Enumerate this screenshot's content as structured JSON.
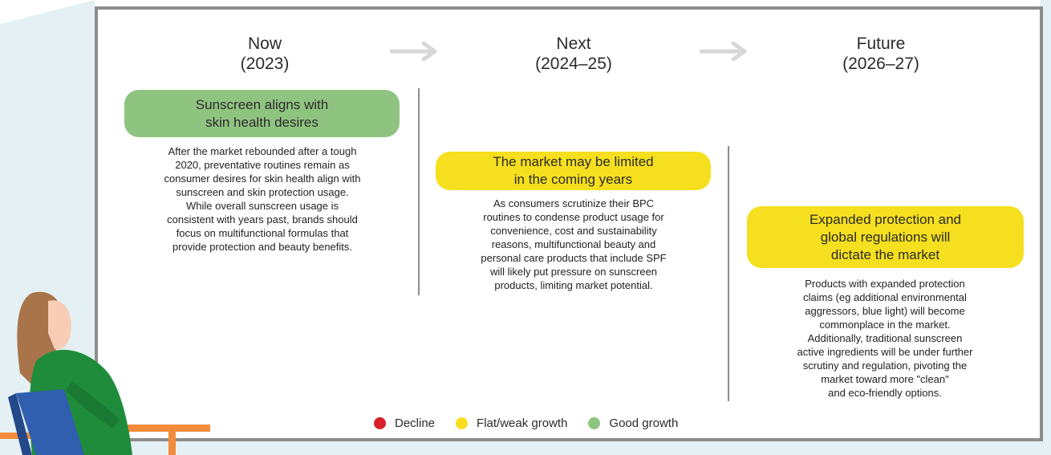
{
  "phases": [
    {
      "label": "Now\n(2023)"
    },
    {
      "label": "Next\n(2024–25)"
    },
    {
      "label": "Future\n(2026–27)"
    }
  ],
  "cards": [
    {
      "title": "Sunscreen aligns with\nskin health desires",
      "status": "Good growth",
      "color": "#8fc480",
      "text": "After the market rebounded after a tough\n2020, preventative routines remain as\nconsumer desires for skin health align with\nsunscreen and skin protection usage.\nWhile overall sunscreen usage is\nconsistent with years past, brands should\nfocus on multifunctional formulas that\nprovide protection and beauty benefits."
    },
    {
      "title": "The market may be limited\nin the coming years",
      "status": "Flat/weak growth",
      "color": "#f6df1e",
      "text": "As consumers scrutinize their BPC\nroutines to condense product usage for\nconvenience, cost and sustainability\nreasons, multifunctional beauty and\npersonal care products that include SPF\nwill likely put pressure on sunscreen\nproducts, limiting market potential."
    },
    {
      "title": "Expanded protection and\nglobal regulations will\ndictate the market",
      "status": "Flat/weak growth",
      "color": "#f6df1e",
      "text": "Products with expanded protection\nclaims (eg additional environmental\naggressors, blue light) will become\ncommonplace in the market.\nAdditionally, traditional sunscreen\nactive ingredients will be under further\nscrutiny and regulation, pivoting the\nmarket toward more \"clean\"\nand eco-friendly options."
    }
  ],
  "legend": [
    {
      "label": "Decline",
      "color": "#d9202a"
    },
    {
      "label": "Flat/weak growth",
      "color": "#f6df1e"
    },
    {
      "label": "Good growth",
      "color": "#8fc480"
    }
  ]
}
